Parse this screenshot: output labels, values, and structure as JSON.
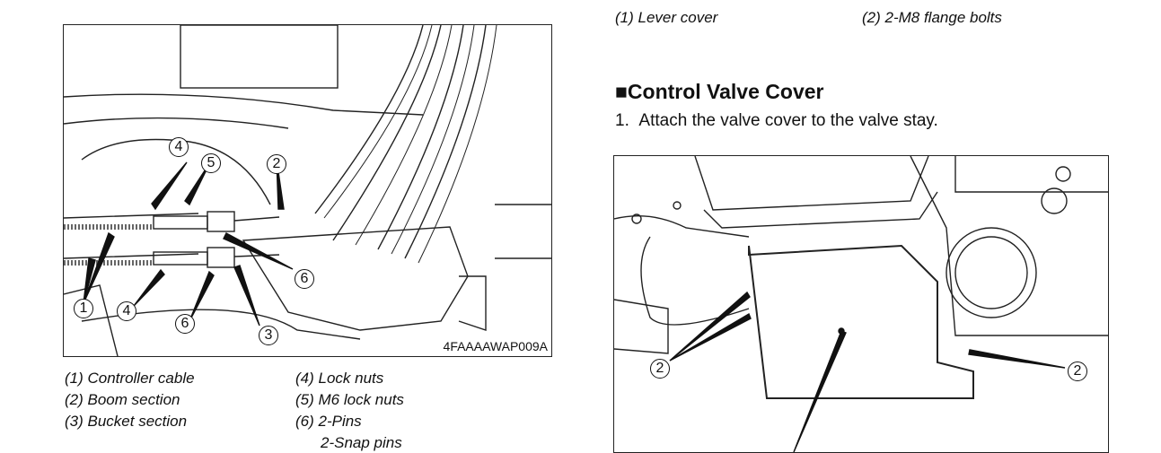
{
  "left_figure": {
    "code": "4FAAAAWAP009A",
    "callouts": [
      "4",
      "5",
      "2",
      "1",
      "4",
      "6",
      "6",
      "3"
    ]
  },
  "left_captions": [
    "(1) Controller cable",
    "(2) Boom section",
    "(3) Bucket section",
    "(4) Lock nuts",
    "(5) M6 lock nuts",
    "(6) 2-Pins",
    "2-Snap pins"
  ],
  "top_captions": [
    "(1) Lever cover",
    "(2) 2-M8 flange bolts"
  ],
  "section": {
    "marker": "■",
    "title": "Control Valve Cover",
    "steps": [
      {
        "num": "1.",
        "text": "Attach the valve cover to the valve stay."
      }
    ]
  },
  "right_figure": {
    "callouts": [
      "2",
      "2"
    ]
  }
}
